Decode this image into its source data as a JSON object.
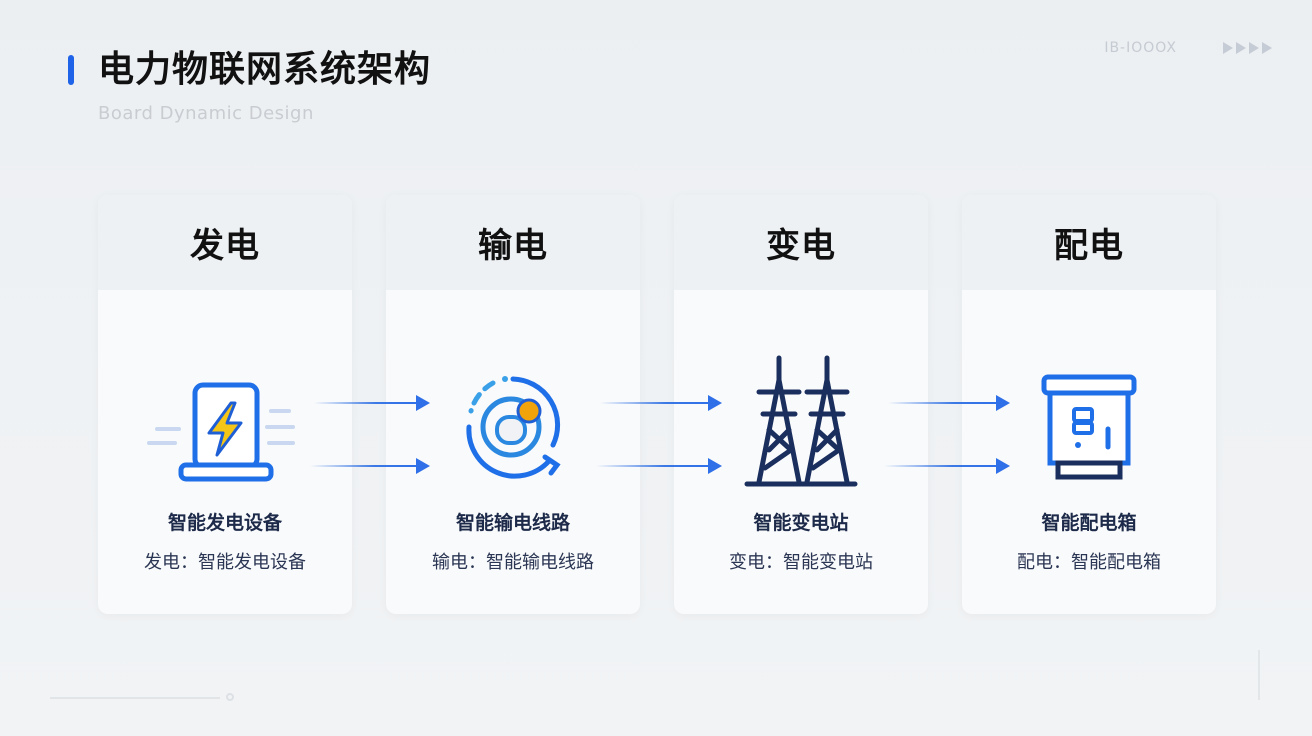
{
  "header": {
    "title": "电力物联网系统架构",
    "subtitle": "Board Dynamic Design",
    "page_code": "IB-IOOOX",
    "nav_arrows": 4
  },
  "cards": [
    {
      "heading": "发电",
      "icon": "power-generator-icon",
      "name": "智能发电设备",
      "desc": "发电：智能发电设备"
    },
    {
      "heading": "输电",
      "icon": "transmission-monitor-icon",
      "name": "智能输电线路",
      "desc": "输电：智能输电线路"
    },
    {
      "heading": "变电",
      "icon": "transmission-tower-icon",
      "name": "智能变电站",
      "desc": "变电：智能变电站"
    },
    {
      "heading": "配电",
      "icon": "distribution-box-icon",
      "name": "智能配电箱",
      "desc": "配电：智能配电箱"
    }
  ],
  "colors": {
    "accent": "#1f63e8",
    "arrow": "#2f6fe8",
    "bolt": "#f5c518",
    "tower": "#1b2f5e",
    "orange": "#f0a30a"
  }
}
